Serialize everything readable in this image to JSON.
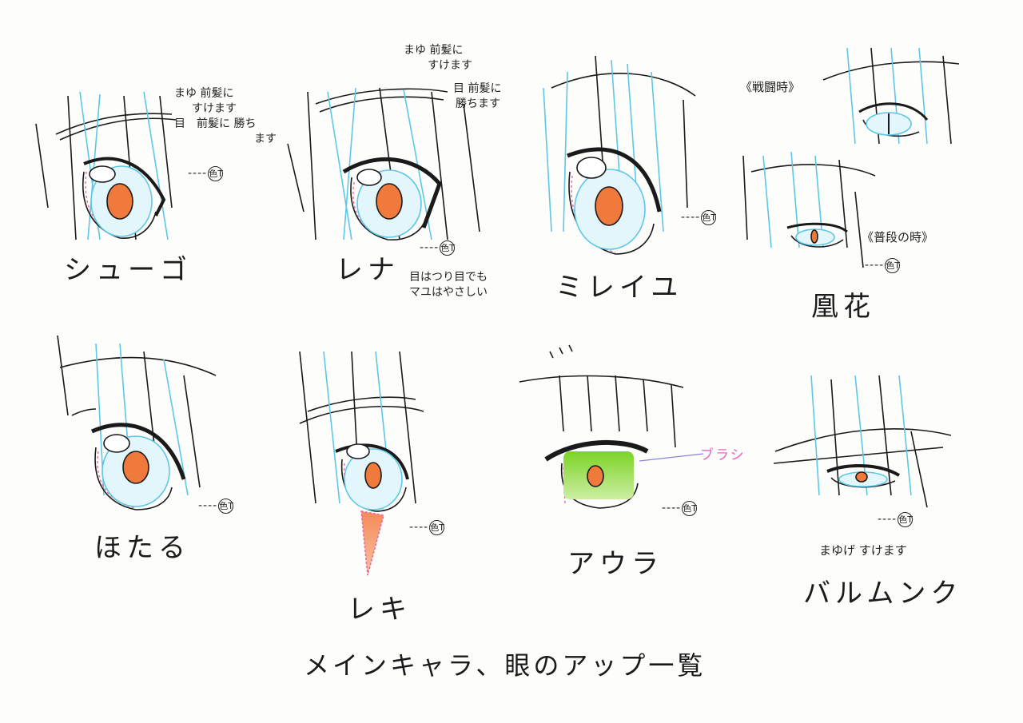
{
  "sheet_title": "メインキャラ、眼のアップ一覧",
  "color_tag": {
    "dots": "----",
    "mark": "色T"
  },
  "brush_note": "ブラシ",
  "characters": [
    {
      "name": "シューゴ",
      "notes": [
        "まゆ 前髪に",
        "すけます",
        "目　前髪に 勝ち",
        "ます"
      ],
      "iris_color": "#f07a3c"
    },
    {
      "name": "レナ",
      "notes": [
        "まゆ 前髪に",
        "すけます",
        "目 前髪に",
        "勝ちます"
      ],
      "notes_below": [
        "目はつり目でも",
        "マユはやさしい"
      ],
      "iris_color": "#f07a3c"
    },
    {
      "name": "ミレイユ",
      "notes": [],
      "iris_color": "#f07a3c"
    },
    {
      "name": "凰花",
      "notes": [
        "《戦闘時》",
        "《普段の時》"
      ],
      "iris_color": "#f07a3c"
    },
    {
      "name": "ほたる",
      "notes": [],
      "iris_color": "#f07a3c"
    },
    {
      "name": "レキ",
      "notes": [],
      "iris_color": "#f07a3c"
    },
    {
      "name": "アウラ",
      "notes": [],
      "iris_color": "#8ed631"
    },
    {
      "name": "バルムンク",
      "notes": [
        "まゆげ すけます"
      ],
      "iris_color": "#f07a3c"
    }
  ],
  "colors": {
    "hair_blue": "#5cc8e6",
    "line": "#1a1a1a",
    "pink_line": "#e86aa0",
    "iris_orange": "#f07a3c",
    "iris_green": "#8ed631"
  }
}
